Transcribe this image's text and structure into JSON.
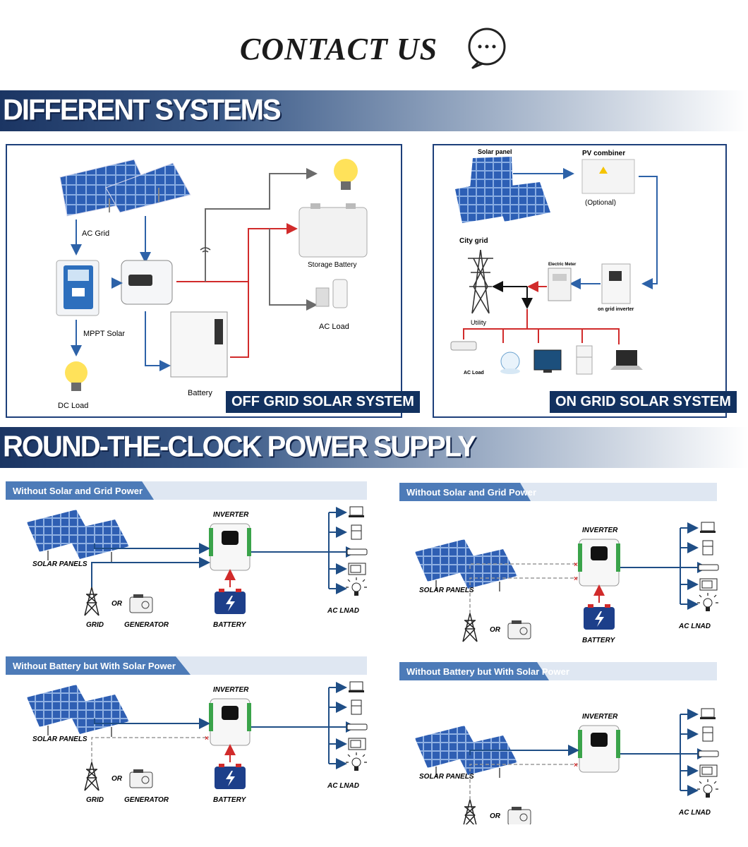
{
  "contact": {
    "title": "CONTACT US",
    "icon": "chat-bubble-icon"
  },
  "banners": {
    "systems": "DIFFERENT SYSTEMS",
    "supply": "ROUND-THE-CLOCK POWER SUPPLY"
  },
  "off_grid": {
    "label": "OFF GRID SOLAR SYSTEM",
    "ac_grid": "AC Grid",
    "mppt": "MPPT Solar",
    "dc_load": "DC Load",
    "storage_battery": "Storage Battery",
    "ac_load": "AC Load",
    "battery": "Battery"
  },
  "on_grid": {
    "label": "ON GRID SOLAR SYSTEM",
    "solar_panel": "Solar panel",
    "pv_combiner": "PV combiner",
    "optional": "(Optional)",
    "city_grid": "City grid",
    "utility": "Utility",
    "electric_meter": "Electric Meter",
    "on_grid_inverter": "on grid inverter",
    "ac_load": "AC Load"
  },
  "diagrams": [
    {
      "heading": "Without Solar and Grid Power",
      "inverter": "INVERTER",
      "solar": "SOLAR PANELS",
      "grid": "GRID",
      "or": "OR",
      "generator": "GENERATOR",
      "battery": "BATTERY",
      "load": "AC LNAD"
    },
    {
      "heading": "Without Solar and Grid Power",
      "inverter": "INVERTER",
      "solar": "SOLAR PANELS",
      "grid": "GRID",
      "or": "OR",
      "generator": "GENERATOR",
      "battery": "BATTERY",
      "load": "AC LNAD"
    },
    {
      "heading": "Without Battery but With Solar Power",
      "inverter": "INVERTER",
      "solar": "SOLAR PANELS",
      "grid": "GRID",
      "or": "OR",
      "generator": "GENERATOR",
      "battery": "BATTERY",
      "load": "AC LNAD"
    },
    {
      "heading": "Without Battery but With Solar Power",
      "inverter": "INVERTER",
      "solar": "SOLAR PANELS",
      "grid": "GRID",
      "or": "OR",
      "generator": "GENERATOR",
      "load": "AC LNAD"
    }
  ],
  "colors": {
    "navy": "#12315f",
    "line": "#1f4e86",
    "red": "#d12b2b",
    "dash": "#9a9a9a"
  }
}
